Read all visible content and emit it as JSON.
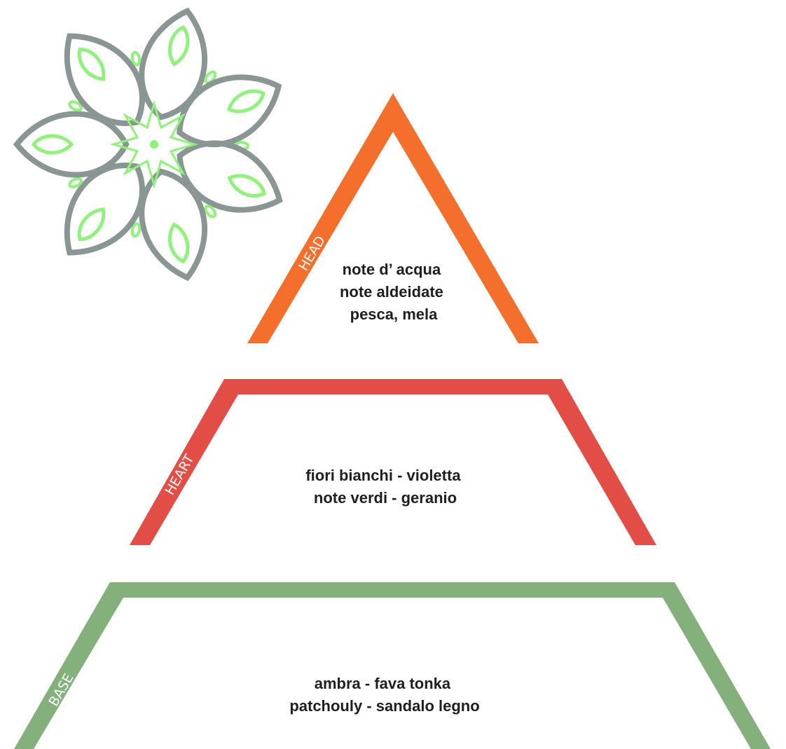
{
  "colors": {
    "head": "#f36f2b",
    "heart": "#e24e45",
    "base": "#84b07b",
    "flower_outline": "#8a9693",
    "flower_accent": "#8ff27a"
  },
  "tiers": {
    "head": {
      "label": "HEAD",
      "notes": [
        "note d’ acqua",
        "note aldeidate",
        "pesca, mela"
      ]
    },
    "heart": {
      "label": "HEART",
      "notes": [
        "fiori bianchi - violetta",
        "note verdi - geranio"
      ]
    },
    "base": {
      "label": "BASE",
      "notes": [
        "ambra - fava tonka",
        "patchouly - sandalo legno"
      ]
    }
  },
  "decoration": {
    "icon": "flower-mandala-icon"
  }
}
